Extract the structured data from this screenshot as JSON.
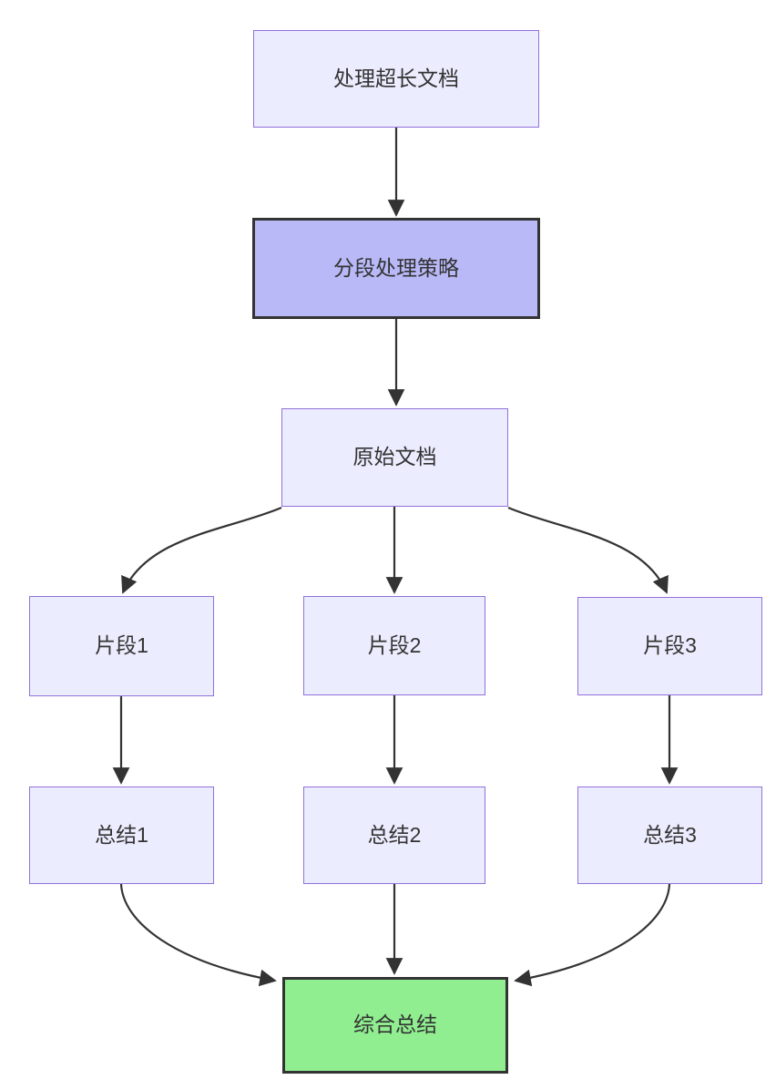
{
  "diagram": {
    "type": "flowchart",
    "direction": "top-down",
    "nodes": [
      {
        "id": "A",
        "label": "处理超长文档",
        "style": "default"
      },
      {
        "id": "B",
        "label": "分段处理策略",
        "style": "emphasis"
      },
      {
        "id": "C",
        "label": "原始文档",
        "style": "default"
      },
      {
        "id": "D1",
        "label": "片段1",
        "style": "default"
      },
      {
        "id": "D2",
        "label": "片段2",
        "style": "default"
      },
      {
        "id": "D3",
        "label": "片段3",
        "style": "default"
      },
      {
        "id": "S1",
        "label": "总结1",
        "style": "default"
      },
      {
        "id": "S2",
        "label": "总结2",
        "style": "default"
      },
      {
        "id": "S3",
        "label": "总结3",
        "style": "default"
      },
      {
        "id": "F",
        "label": "综合总结",
        "style": "result"
      }
    ],
    "edges": [
      {
        "from": "A",
        "to": "B"
      },
      {
        "from": "B",
        "to": "C"
      },
      {
        "from": "C",
        "to": "D1"
      },
      {
        "from": "C",
        "to": "D2"
      },
      {
        "from": "C",
        "to": "D3"
      },
      {
        "from": "D1",
        "to": "S1"
      },
      {
        "from": "D2",
        "to": "S2"
      },
      {
        "from": "D3",
        "to": "S3"
      },
      {
        "from": "S1",
        "to": "F"
      },
      {
        "from": "S2",
        "to": "F"
      },
      {
        "from": "S3",
        "to": "F"
      }
    ],
    "colors": {
      "node_fill": "#ECECFF",
      "node_border": "#9370DB",
      "emphasis_fill": "#B9B9F8",
      "emphasis_border": "#333333",
      "result_fill": "#90EE90",
      "result_border": "#333333",
      "edge_color": "#333333",
      "text_color": "#333333",
      "background": "#FFFFFF"
    }
  }
}
